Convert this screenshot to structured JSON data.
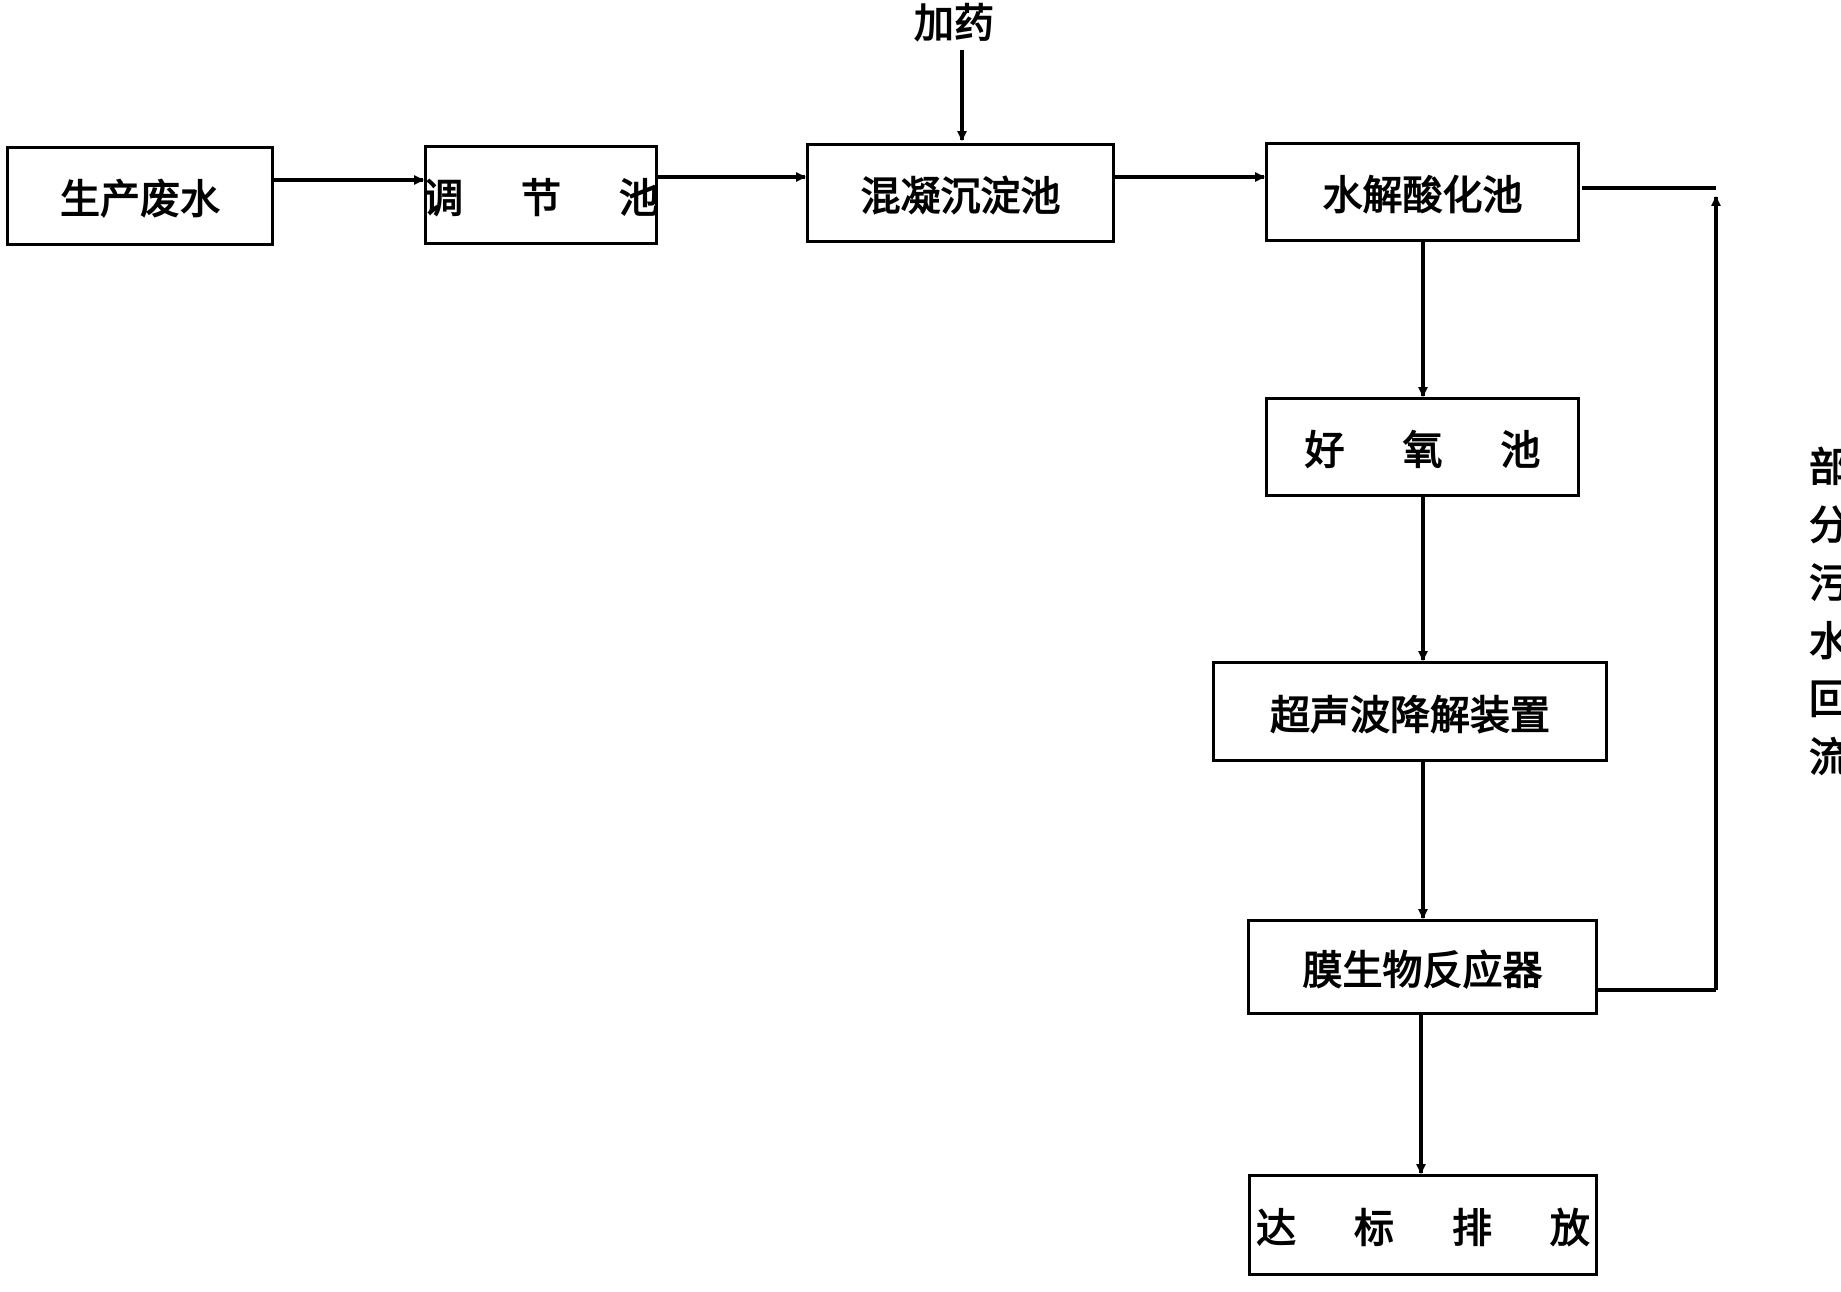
{
  "nodes": {
    "production_wastewater": "生产废水",
    "equalization_tank": "调 节 池",
    "coagulation_sedimentation_tank": "混凝沉淀池",
    "hydrolysis_acidification_tank": "水解酸化池",
    "aerobic_tank": "好 氧 池",
    "ultrasonic_degradation_device": "超声波降解装置",
    "membrane_bioreactor": "膜生物反应器",
    "discharge_to_standard": "达 标 排 放"
  },
  "labels": {
    "dosing": "加药",
    "partial_sewage_reflux": "部分污水回流"
  },
  "colors": {
    "stroke": "#000000",
    "background": "#ffffff"
  }
}
